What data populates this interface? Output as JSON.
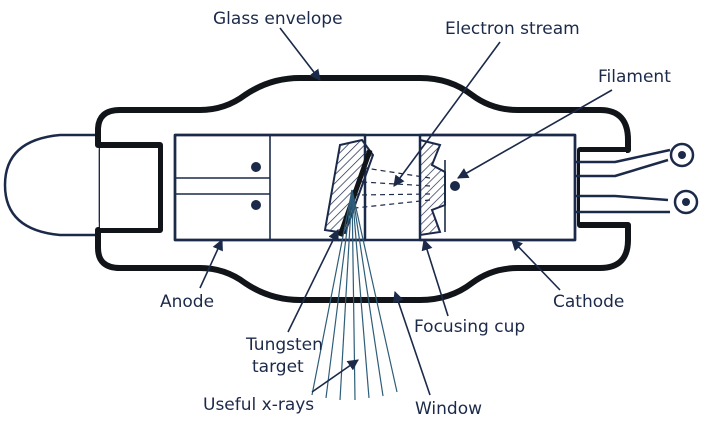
{
  "labels": {
    "glass_envelope": "Glass envelope",
    "electron_stream": "Electron stream",
    "filament": "Filament",
    "anode": "Anode",
    "cathode": "Cathode",
    "tungsten_target_line1": "Tungsten",
    "tungsten_target_line2": "target",
    "focusing_cup": "Focusing cup",
    "useful_xrays": "Useful x-rays",
    "window": "Window"
  },
  "colors": {
    "ink": "#1c2a4a",
    "envelope": "#111418",
    "rays": "#2e5d78"
  }
}
